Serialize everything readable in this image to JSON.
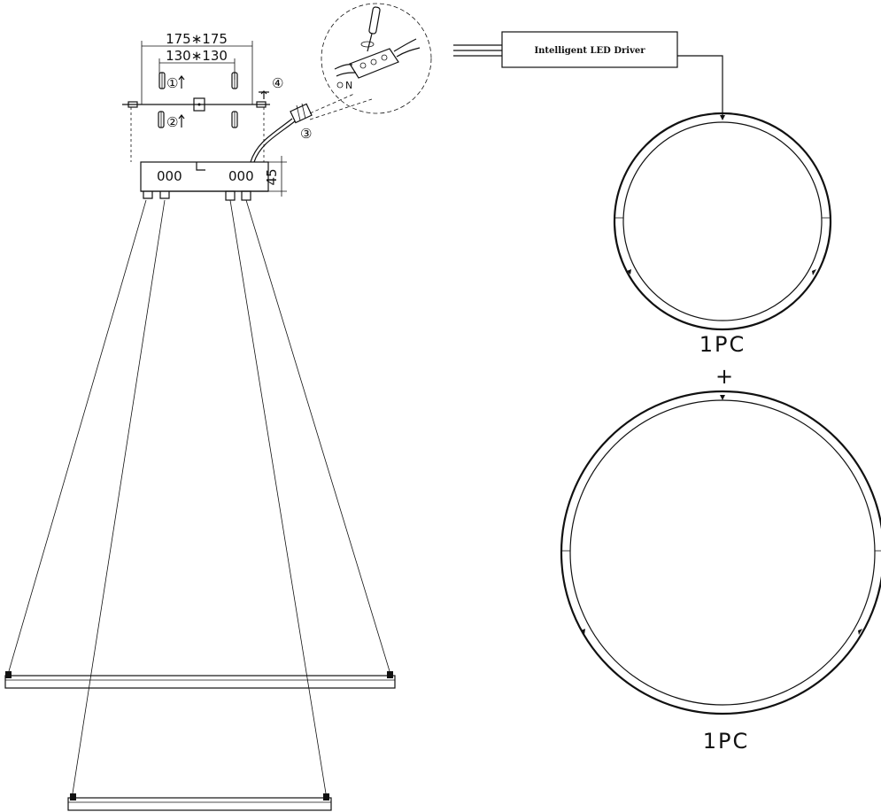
{
  "dimensions": {
    "outer_plate": "175∗175",
    "inner_plate": "130∗130",
    "canopy_height": "45"
  },
  "canopy": {
    "left_holes": "000",
    "right_holes": "000"
  },
  "steps": {
    "step1": "①",
    "step2": "②",
    "step3": "③",
    "step4": "④"
  },
  "driver": {
    "label": "Intelligent LED Driver"
  },
  "rings": {
    "small_qty": "1PC",
    "plus": "+",
    "large_qty": "1PC"
  },
  "wiring_detail": {
    "terminal_mark": "N"
  }
}
